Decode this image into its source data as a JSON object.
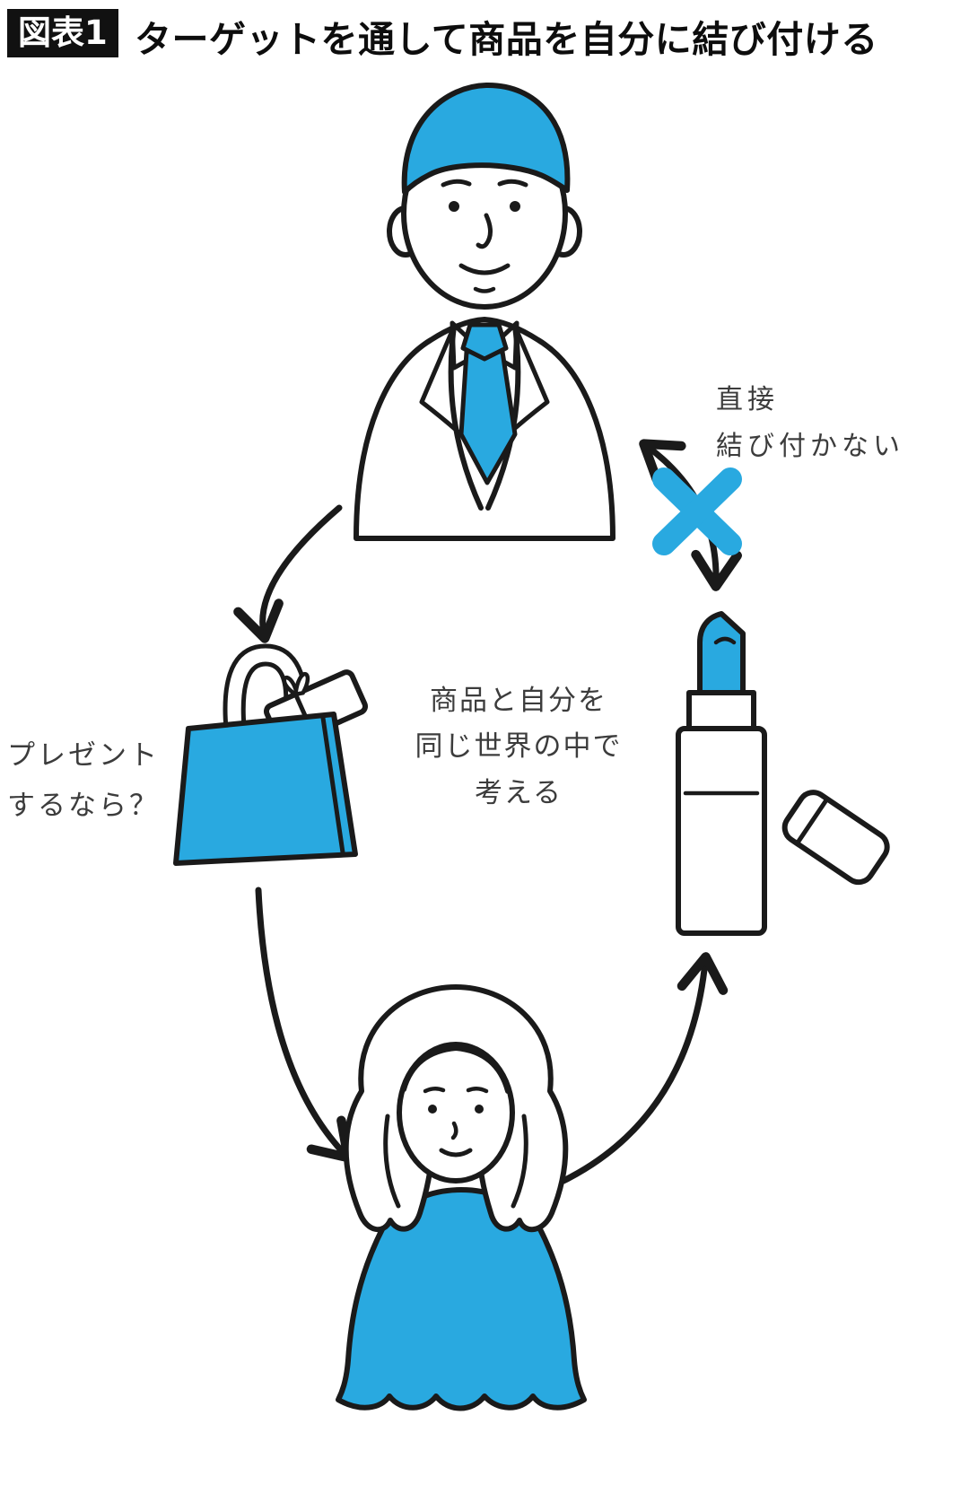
{
  "header": {
    "badge": "図表1",
    "title": "ターゲットを通して商品を自分に結び付ける"
  },
  "labels": {
    "direct": {
      "line1": "直接",
      "line2": "結び付かない"
    },
    "present": {
      "line1": "プレゼント",
      "line2": "するなら？"
    },
    "center": {
      "line1": "商品と自分を",
      "line2": "同じ世界の中で",
      "line3": "考える"
    }
  },
  "illustrations": {
    "top": "businessman-illustration",
    "left": "gift-bag-illustration",
    "right": "lipstick-illustration",
    "bottom": "woman-illustration",
    "cross": "no-connection-x"
  },
  "colors": {
    "accent_blue": "#29A9E0",
    "ink": "#1A1A1A",
    "badge_bg": "#111111"
  }
}
